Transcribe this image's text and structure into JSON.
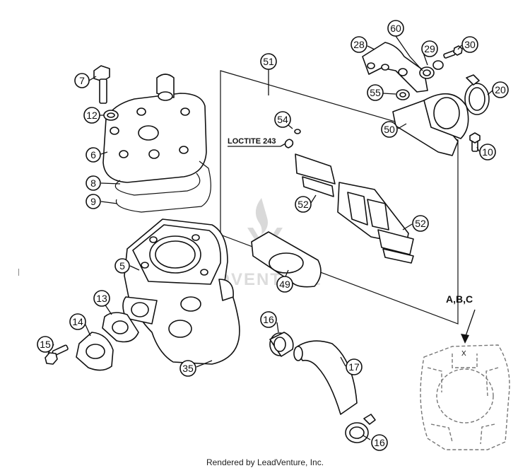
{
  "callouts": {
    "c7": "7",
    "c12": "12",
    "c6": "6",
    "c8": "8",
    "c9": "9",
    "c5": "5",
    "c13": "13",
    "c14": "14",
    "c15": "15",
    "c35": "35",
    "c51": "51",
    "c54": "54",
    "c52a": "52",
    "c52b": "52",
    "c49": "49",
    "c28": "28",
    "c60": "60",
    "c29": "29",
    "c30": "30",
    "c55": "55",
    "c20": "20",
    "c50": "50",
    "c10": "10",
    "c16a": "16",
    "c17": "17",
    "c16b": "16"
  },
  "labels": {
    "loctite": "LOCTITE 243",
    "view": "A,B,C",
    "view_mark": "X"
  },
  "watermark": "ADVENTURE",
  "footer": "Rendered by LeadVenture, Inc."
}
